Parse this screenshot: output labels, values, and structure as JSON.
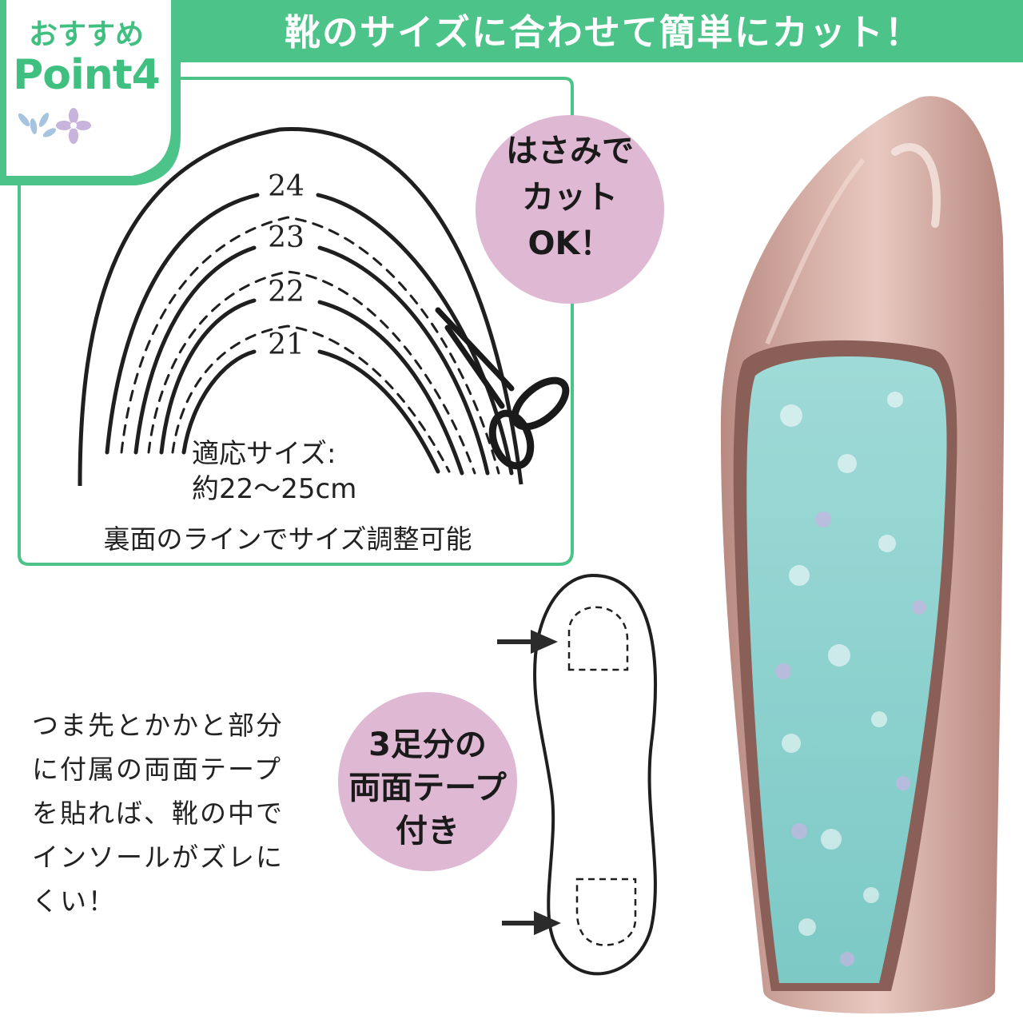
{
  "banner": {
    "title": "靴のサイズに合わせて簡単にカット！"
  },
  "badge": {
    "line1": "おすすめ",
    "line2": "Point4"
  },
  "sizes": [
    "24",
    "23",
    "22",
    "21"
  ],
  "fit": {
    "line1": "適応サイズ:",
    "line2": "約22〜25cm"
  },
  "adjust": "裏面のラインでサイズ調整可能",
  "scissors_circle": {
    "lines": [
      "はさみで",
      "カット",
      "OK！"
    ]
  },
  "tape_circle": {
    "lines": [
      "3足分の",
      "両面テープ",
      "付き"
    ]
  },
  "description": {
    "lines": [
      "つま先とかかと部分",
      "に付属の両面テープ",
      "を貼れば、靴の中で",
      "インソールがズレに",
      "くい！"
    ]
  },
  "colors": {
    "accent_green": "#4cc389",
    "circle_pink": "#dfb8d3",
    "shoe": "#c69a91",
    "insole": "#8fd3d0"
  },
  "icons": [
    "scissors-icon",
    "arrow-right-icon",
    "flower-icon"
  ]
}
